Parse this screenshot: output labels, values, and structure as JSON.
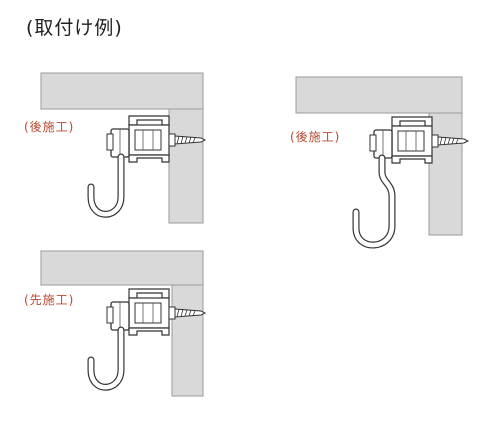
{
  "title": "(取付け例)",
  "diagrams": [
    {
      "label": "(後施工)"
    },
    {
      "label": "(後施工)"
    },
    {
      "label": "(先施工)"
    }
  ],
  "colors": {
    "wall": "#d9d9d9",
    "wall_stroke": "#9a9a9a",
    "line": "#333333",
    "label": "#b8462e"
  },
  "icons": [
    "hook-icon",
    "runner-icon",
    "rail-icon",
    "screw-icon"
  ]
}
